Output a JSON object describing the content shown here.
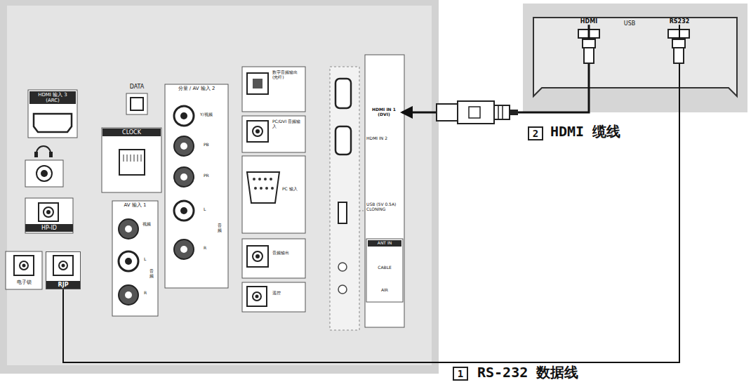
{
  "diagram": {
    "nodes": [
      {
        "text": [
          "RJP"
        ]
      },
      {
        "text": [
          "HDMI IN 1 (DVI)"
        ]
      },
      {
        "text": [
          "HDMI"
        ]
      },
      {
        "text": [
          "RS232"
        ]
      }
    ],
    "edges": [
      {
        "from": 3,
        "to": 0,
        "arrow": "none"
      },
      {
        "from": 2,
        "to": 1,
        "arrow": "to"
      }
    ],
    "labels": [
      "HDMI 输入 3 (ARC)",
      "DATA",
      "CLOCK",
      "HP-ID",
      "电子锁",
      "AV 输入 1",
      "视频",
      "L",
      "R",
      "音频",
      "分量 / AV 输入 2",
      "Y/视频",
      "PB",
      "PR",
      "L",
      "R",
      "音频",
      "数字音频输出 (光纤)",
      "PC/DVI 音频输入",
      "PC 输入",
      "音频输出",
      "遥控",
      "HDMI IN 2",
      "USB (5V 0.5A) CLONING",
      "ANT IN",
      "CABLE",
      "AIR",
      "USB",
      "2",
      "HDMI 缆线",
      "1",
      "RS-232 数据线"
    ]
  }
}
